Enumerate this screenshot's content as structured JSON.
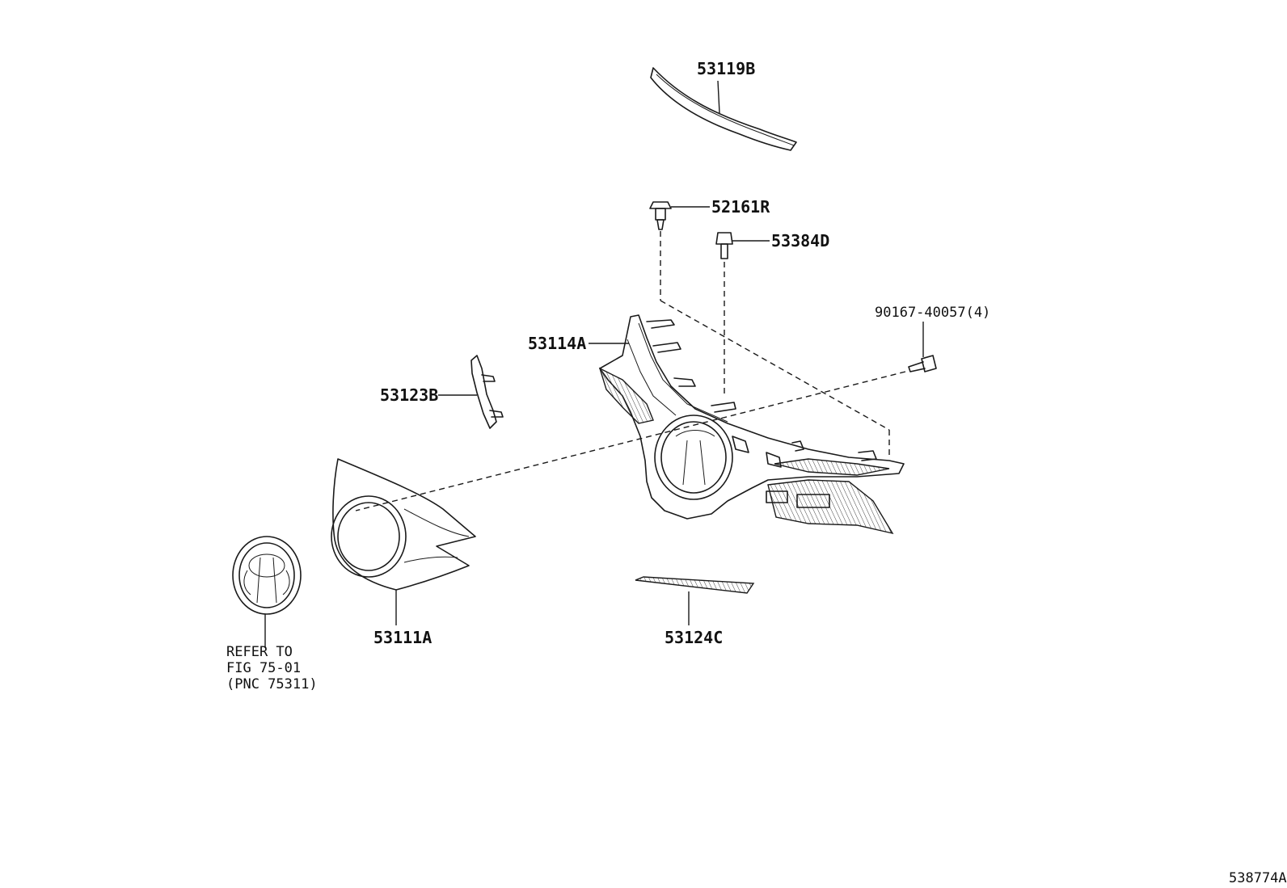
{
  "labels": {
    "p53119B": "53119B",
    "p52161R": "52161R",
    "p53384D": "53384D",
    "p90167": "90167-40057(4)",
    "p53114A": "53114A",
    "p53123B": "53123B",
    "p53111A": "53111A",
    "p53124C": "53124C"
  },
  "reference": {
    "line1": "REFER TO",
    "line2": "FIG 75-01",
    "line3": "(PNC 75311)"
  },
  "figure_id": "538774A",
  "icons": [
    "toyota-emblem-icon",
    "clip-icon",
    "screw-icon"
  ],
  "colors": {
    "ink": "#1a1a1a",
    "background": "#ffffff"
  }
}
